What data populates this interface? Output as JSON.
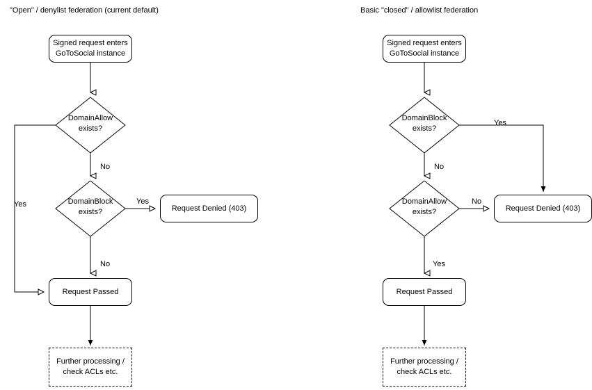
{
  "diagrams": [
    {
      "title": "\"Open\" / denylist federation (current default)",
      "nodes": {
        "start": "Signed request enters\nGoToSocial instance",
        "start_line1": "Signed request enters",
        "start_line2": "GoToSocial instance",
        "decision1_line1": "DomainAllow",
        "decision1_line2": "exists?",
        "decision2_line1": "DomainBlock",
        "decision2_line2": "exists?",
        "denied": "Request Denied (403)",
        "passed": "Request Passed",
        "further_line1": "Further processing /",
        "further_line2": "check ACLs etc."
      },
      "edge_labels": {
        "allow_yes": "Yes",
        "allow_no": "No",
        "block_yes": "Yes",
        "block_no": "No"
      }
    },
    {
      "title": "Basic \"closed\" / allowlist federation",
      "nodes": {
        "start_line1": "Signed request enters",
        "start_line2": "GoToSocial instance",
        "decision1_line1": "DomainBlock",
        "decision1_line2": "exists?",
        "decision2_line1": "DomainAllow",
        "decision2_line2": "exists?",
        "denied": "Request Denied (403)",
        "passed": "Request Passed",
        "further_line1": "Further processing /",
        "further_line2": "check ACLs etc."
      },
      "edge_labels": {
        "block_yes": "Yes",
        "block_no": "No",
        "allow_no": "No",
        "allow_yes": "Yes"
      }
    }
  ],
  "style": {
    "stroke": "#000000",
    "background": "#ffffff",
    "text": "#000000"
  }
}
